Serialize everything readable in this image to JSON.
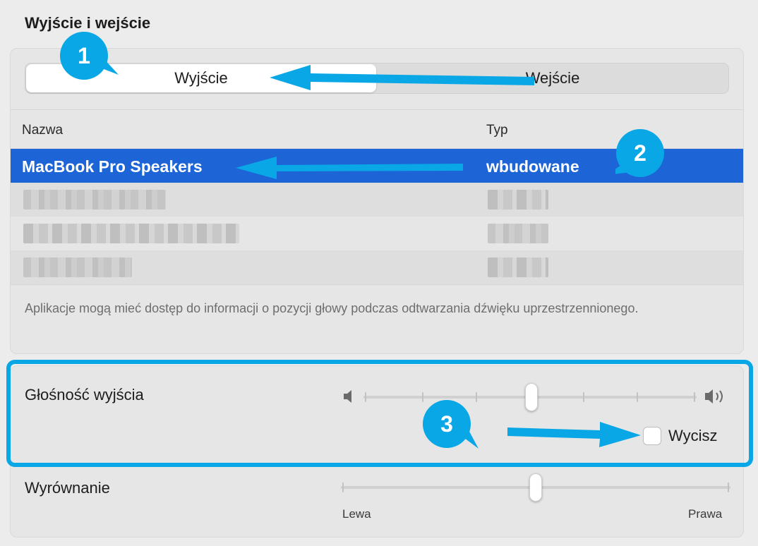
{
  "section": {
    "title": "Wyjście i wejście"
  },
  "tabs": [
    {
      "label": "Wyjście",
      "selected": true
    },
    {
      "label": "Wejście",
      "selected": false
    }
  ],
  "table": {
    "columns": [
      "Nazwa",
      "Typ"
    ],
    "rows": [
      {
        "name": "MacBook Pro Speakers",
        "type": "wbudowane",
        "selected": true
      },
      {
        "name": "",
        "type": "",
        "redacted": true
      },
      {
        "name": "",
        "type": "",
        "redacted": true
      },
      {
        "name": "",
        "type": "",
        "redacted": true
      }
    ]
  },
  "footnote": "Aplikacje mogą mieć dostęp do informacji o pozycji głowy podczas odtwarzania dźwięku uprzestrzennionego.",
  "output_volume": {
    "label": "Głośność wyjścia",
    "level": 0.45,
    "mute_label": "Wycisz",
    "muted": false
  },
  "balance": {
    "label": "Wyrównanie",
    "left_label": "Lewa",
    "right_label": "Prawa",
    "level": 0.5
  },
  "annotations": {
    "badges": [
      "1",
      "2",
      "3"
    ],
    "color": "#0aa7e6"
  },
  "colors": {
    "selection": "#1d64d6",
    "annotation": "#0aa7e6"
  },
  "icons": {
    "volume_low": "speaker-low-icon",
    "volume_high": "speaker-high-icon"
  }
}
